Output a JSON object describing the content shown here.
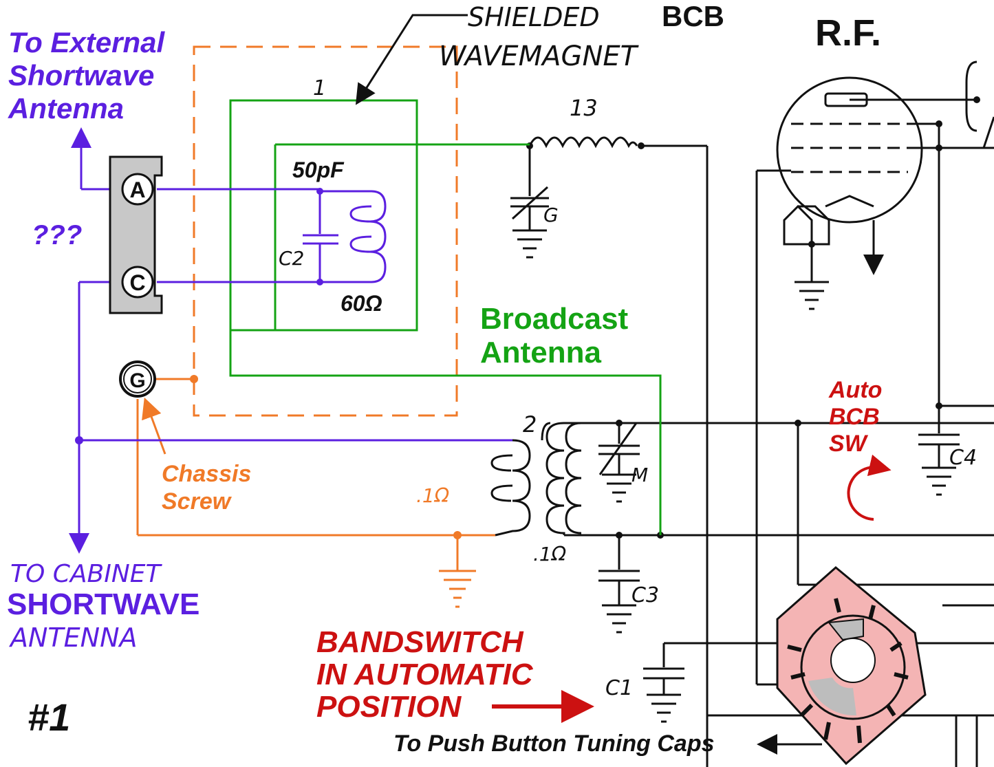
{
  "labels": {
    "to_external_1": "To External",
    "to_external_2": "Shortwave",
    "to_external_3": "Antenna",
    "question": "???",
    "to_cabinet_1": "TO CABINET",
    "to_cabinet_2": "SHORTWAVE",
    "to_cabinet_3": "ANTENNA",
    "figure_number": "#1",
    "shielded_1": "SHIELDED",
    "shielded_bcb": "BCB",
    "shielded_2": "WAVEMAGNET",
    "rf": "R.F.",
    "broadcast_1": "Broadcast",
    "broadcast_2": "Antenna",
    "chassis_1": "Chassis",
    "chassis_2": "Screw",
    "auto_1": "Auto",
    "auto_2": "BCB",
    "auto_3": "SW",
    "bandswitch_1": "BANDSWITCH",
    "bandswitch_2": "IN AUTOMATIC",
    "bandswitch_3": "POSITION",
    "push_button": "To Push Button Tuning Caps"
  },
  "components": {
    "c50pf": "50pF",
    "r60": "60Ω",
    "c2": "C2",
    "one": "1",
    "thirteen": "13",
    "two": "2",
    "g": "G",
    "m": "M",
    "c3": "C3",
    "c4": "C4",
    "c1": "C1",
    "r_01a": ".1Ω",
    "r_01b": ".1Ω"
  },
  "terminals": {
    "a": "A",
    "c": "C",
    "g": "G"
  },
  "colors": {
    "purple": "#5b1fe0",
    "green": "#14a314",
    "orange": "#f07a28",
    "red": "#cc1111",
    "black": "#111111",
    "terminal_block": "#c8c8c8",
    "switch_fill": "#f4b4b4"
  }
}
